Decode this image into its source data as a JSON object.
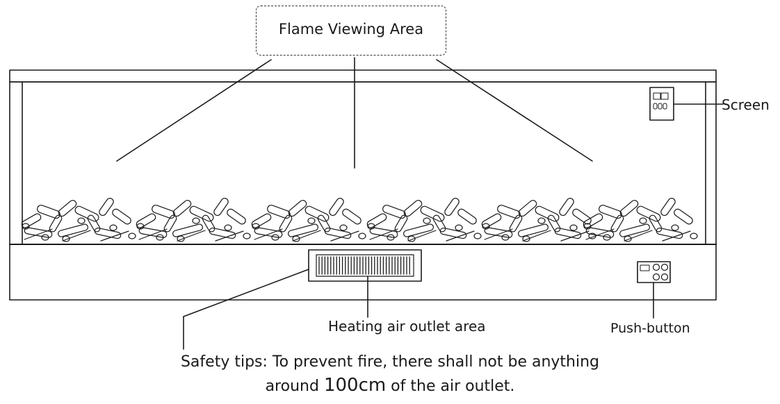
{
  "labels": {
    "flame_viewing_area": "Flame Viewing Area",
    "screen": "Screen",
    "heating_air_outlet_area": "Heating air outlet area",
    "push_button": "Push-button"
  },
  "safety_tips": {
    "line1": "Safety tips: To prevent fire, there shall not be anything",
    "line2_before": "around ",
    "line2_value": "100cm",
    "line2_after": " of the air outlet."
  },
  "icons": [
    "screen-panel-icon",
    "push-button-panel-icon",
    "air-outlet-grille-icon",
    "log-bed-icon"
  ],
  "colors": {
    "line": "#1a1a1a",
    "background": "#ffffff"
  }
}
